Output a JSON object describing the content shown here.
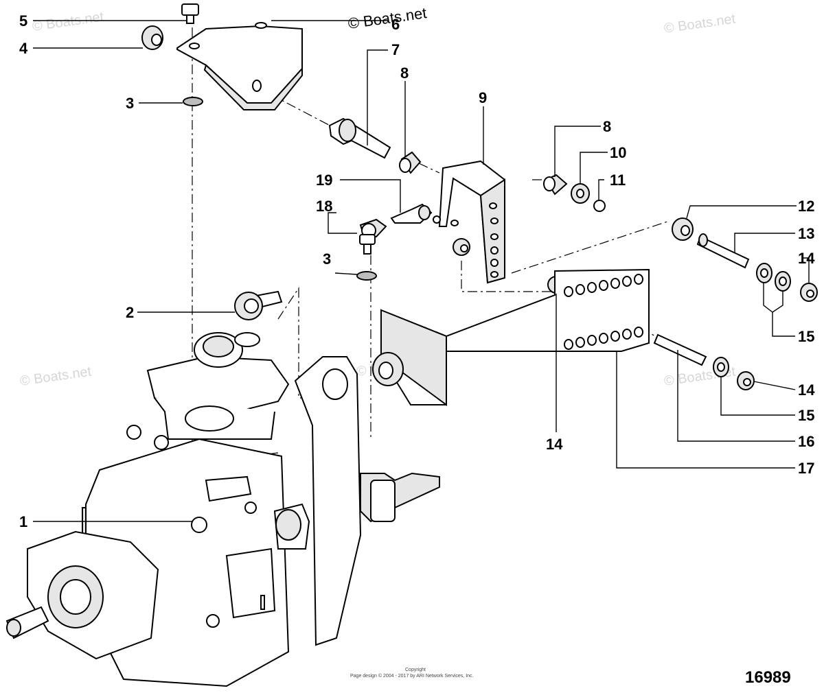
{
  "watermarks": {
    "top": "© Boats.net",
    "corner": "© Boats.net",
    "left": "© Boats.net",
    "center": "© Boats.net",
    "right": "© Boats.net"
  },
  "callouts": {
    "c1": "1",
    "c2": "2",
    "c3a": "3",
    "c3b": "3",
    "c4": "4",
    "c5": "5",
    "c6": "6",
    "c7": "7",
    "c8a": "8",
    "c8b": "8",
    "c9": "9",
    "c10": "10",
    "c11": "11",
    "c12": "12",
    "c13": "13",
    "c14a": "14",
    "c14b": "14",
    "c14c": "14",
    "c15a": "15",
    "c15b": "15",
    "c16": "16",
    "c17": "17",
    "c18": "18",
    "c19": "19"
  },
  "figure_number": "16989",
  "copyright_line1": "Copyright",
  "copyright_line2": "Page design © 2004 - 2017 by ARI Network Services, Inc."
}
